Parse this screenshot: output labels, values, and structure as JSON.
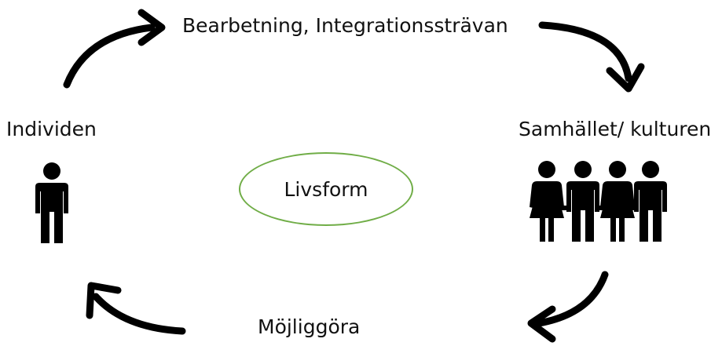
{
  "diagram": {
    "top_label": "Bearbetning, Integrationssträvan",
    "left_label": "Individen",
    "right_label": "Samhället/ kulturen",
    "bottom_label": "Möjliggöra",
    "center_label": "Livsform",
    "center_outline_color": "#70AD47",
    "stroke_color": "#000000",
    "icons": {
      "individual": "person-icon",
      "society": "group-of-people-icon",
      "arrows": "curved-arrow-icon"
    }
  }
}
